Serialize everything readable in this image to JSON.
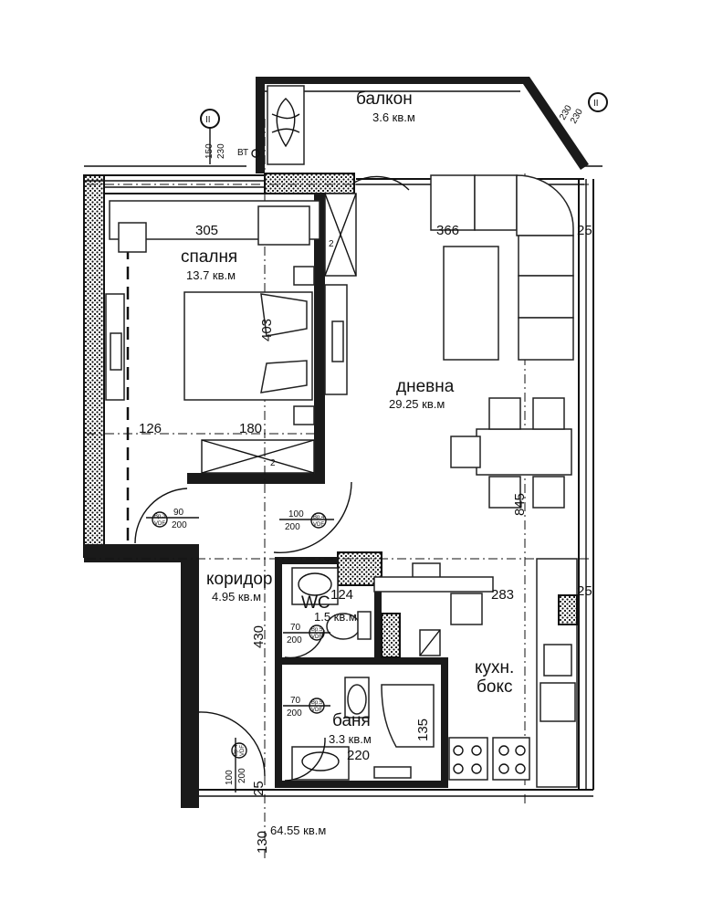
{
  "rooms": {
    "balcony": {
      "name": "балкон",
      "area": "3.6 кв.м"
    },
    "bedroom": {
      "name": "спалня",
      "area": "13.7 кв.м"
    },
    "living": {
      "name": "дневна",
      "area": "29.25 кв.м"
    },
    "corridor": {
      "name": "коридор",
      "area": "4.95 кв.м"
    },
    "wc": {
      "name": "WC",
      "area": "1.5 кв.м"
    },
    "bath": {
      "name": "баня",
      "area": "3.3 кв.м"
    },
    "kitchen": {
      "name_line1": "кухн.",
      "name_line2": "бокс"
    }
  },
  "dimensions": {
    "bed_width": "305",
    "living_width": "366",
    "right_wall_top": "25",
    "bed_length": "403",
    "bed_bottom_left": "126",
    "bed_bottom_right": "180",
    "living_length": "845",
    "wc_width": "124",
    "kitchen_width": "283",
    "right_wall_mid": "25",
    "corridor_length": "430",
    "bath_width": "220",
    "bath_height": "135",
    "bottom_25": "25",
    "bottom_130": "130",
    "bal_150": "150",
    "bal_230": "230",
    "right_230a": "230",
    "right_230b": "230",
    "wardrobe_2a": "2",
    "wardrobe_2b": "2"
  },
  "section_marks": {
    "left": "II",
    "right": "II"
  },
  "tags": {
    "bt": "ВТ"
  },
  "doors": {
    "d1": {
      "top": "90",
      "bottom": "200",
      "tag_top": "Вр.3",
      "tag_bot": "VDF"
    },
    "d2": {
      "top": "100",
      "bottom": "200",
      "tag_top": "Вр.4",
      "tag_bot": "VDF"
    },
    "d3": {
      "top": "70",
      "bottom": "200",
      "tag_top": "Вр.5",
      "tag_bot": "VDF"
    },
    "d4": {
      "top": "70",
      "bottom": "200",
      "tag_top": "Вр.5",
      "tag_bot": "VDF"
    },
    "d5": {
      "top": "100",
      "bottom": "200",
      "tag_top": "Вр.4",
      "tag_bot": "VDF"
    }
  },
  "total_area": "64.55 кв.м"
}
